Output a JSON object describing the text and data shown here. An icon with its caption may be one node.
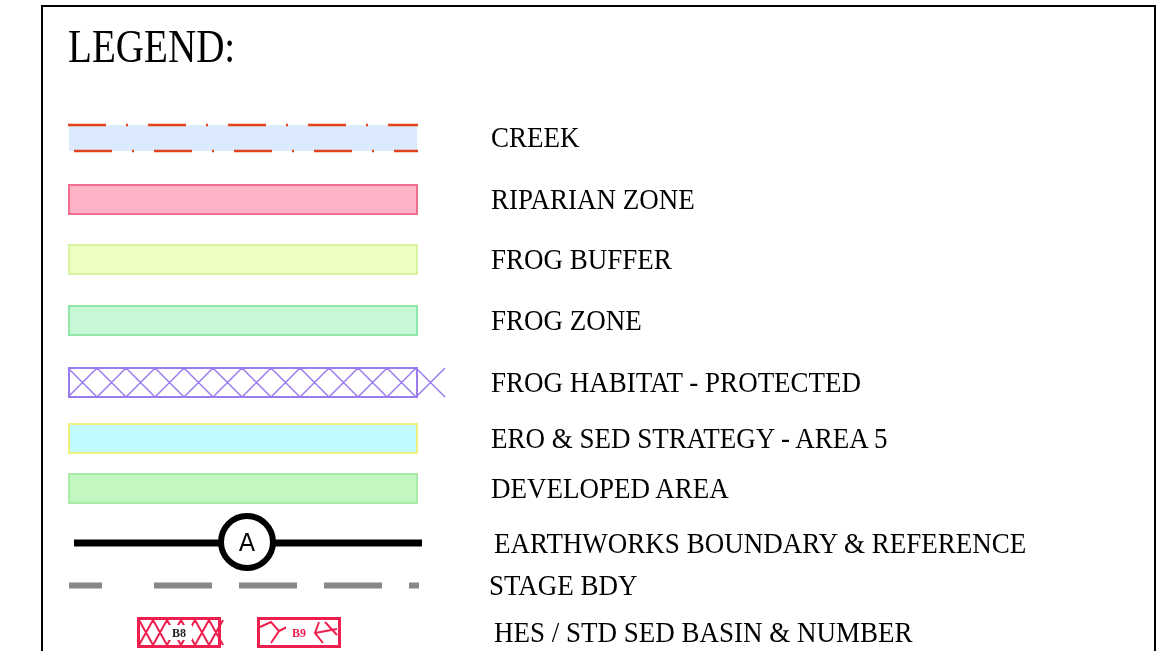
{
  "diagram": {
    "title": "LEGEND:",
    "labels": [
      "A",
      "B8",
      "B9"
    ],
    "legend": [
      {
        "text": "CREEK"
      },
      {
        "text": "RIPARIAN ZONE",
        "color": "#ffb3c6"
      },
      {
        "text": "FROG BUFFER",
        "color": "#eeffc2"
      },
      {
        "text": "FROG ZONE",
        "color": "#c6f8d6"
      },
      {
        "text": "FROG HABITAT - PROTECTED"
      },
      {
        "text": "ERO & SED STRATEGY - AREA 5",
        "color": "#c2fbff"
      },
      {
        "text": "DEVELOPED AREA",
        "color": "#c2f8c0"
      },
      {
        "text": "EARTHWORKS BOUNDARY & REFERENCE"
      },
      {
        "text": "STAGE BDY"
      },
      {
        "text": "HES / STD SED BASIN & NUMBER"
      }
    ]
  }
}
